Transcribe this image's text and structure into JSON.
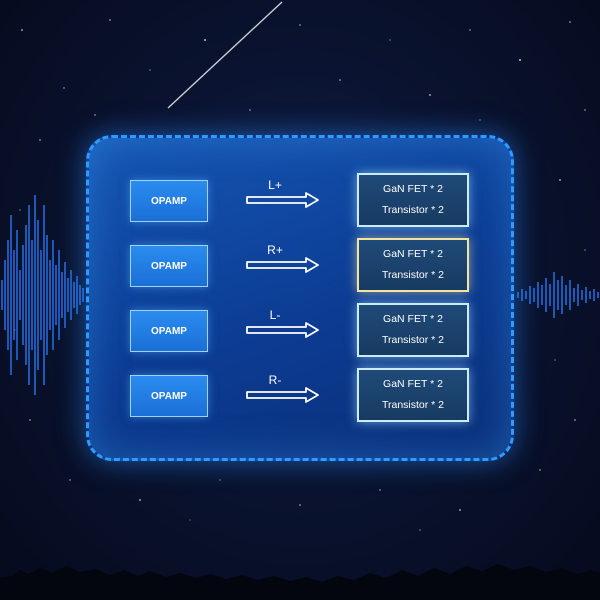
{
  "rows": [
    {
      "opamp": "OPAMP",
      "signal": "L+",
      "line1": "GaN FET * 2",
      "line2": "Transistor * 2"
    },
    {
      "opamp": "OPAMP",
      "signal": "R+",
      "line1": "GaN FET * 2",
      "line2": "Transistor * 2"
    },
    {
      "opamp": "OPAMP",
      "signal": "L-",
      "line1": "GaN FET * 2",
      "line2": "Transistor * 2"
    },
    {
      "opamp": "OPAMP",
      "signal": "R-",
      "line1": "GaN FET * 2",
      "line2": "Transistor * 2"
    }
  ],
  "colors": {
    "panel_border": "#2f9bff",
    "opamp_fill": "#2b8cf0",
    "arrow": "#ffffff",
    "waveform": "#2a7dff"
  }
}
